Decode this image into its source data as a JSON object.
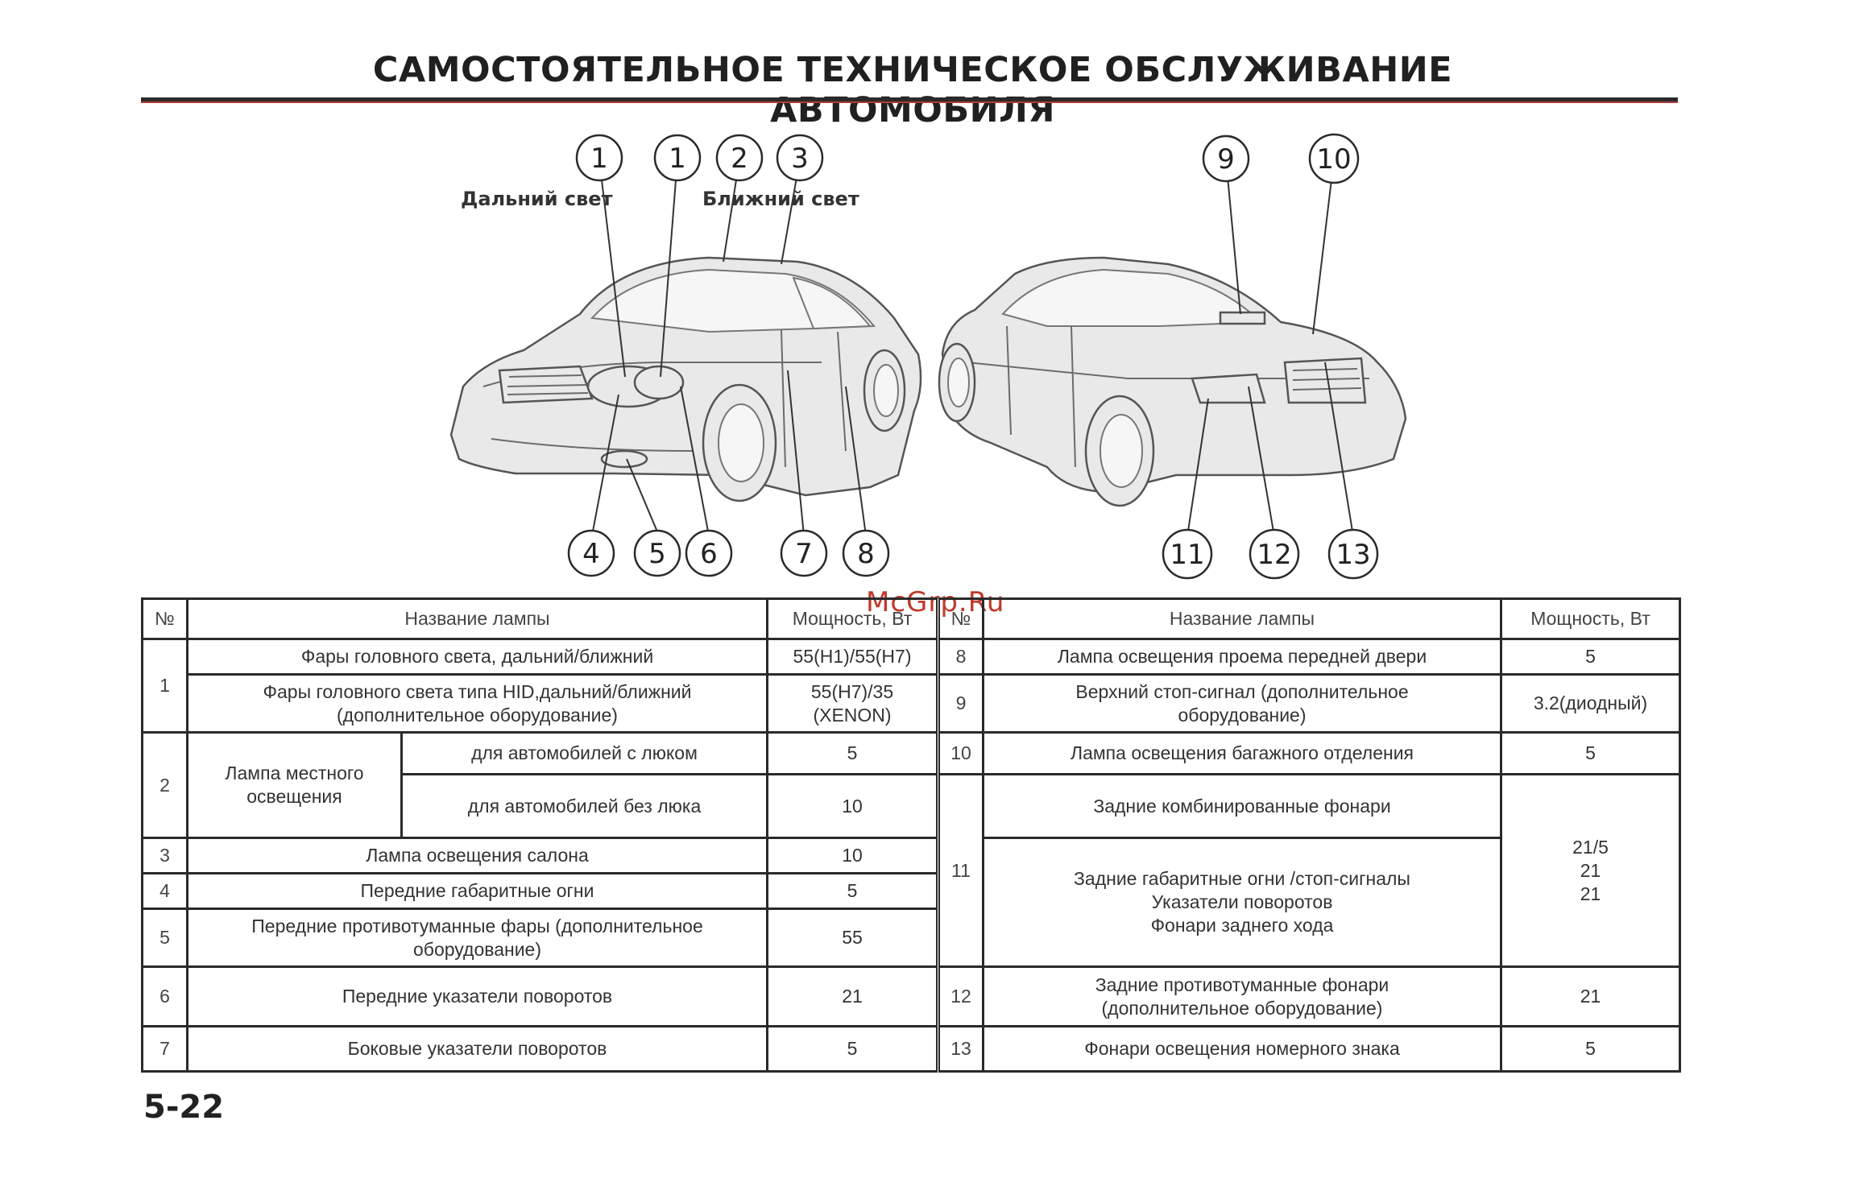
{
  "page": {
    "title": "САМОСТОЯТЕЛЬНОЕ ТЕХНИЧЕСКОЕ ОБСЛУЖИВАНИЕ АВТОМОБИЛЯ",
    "page_number": "5-22",
    "watermark": "McGrp.Ru"
  },
  "diagram": {
    "label_high_beam": "Дальний свет",
    "label_low_beam": "Ближний свет",
    "callouts": [
      "1",
      "1",
      "2",
      "3",
      "4",
      "5",
      "6",
      "7",
      "8",
      "9",
      "10",
      "11",
      "12",
      "13"
    ]
  },
  "table": {
    "headers": {
      "no": "№",
      "name": "Название лампы",
      "power": "Мощность, Вт"
    },
    "left": {
      "r1_no": "1",
      "r1a_name": "Фары головного света, дальний/ближний",
      "r1a_power": "55(H1)/55(H7)",
      "r1b_name_1": "Фары головного света типа HID,дальний/ближний",
      "r1b_name_2": "(дополнительное оборудование)",
      "r1b_power_1": "55(H7)/35",
      "r1b_power_2": "(XENON)",
      "r2_no": "2",
      "r2_group_1": "Лампа местного",
      "r2_group_2": "освещения",
      "r2a_name": "для автомобилей с люком",
      "r2a_power": "5",
      "r2b_name": "для автомобилей без люка",
      "r2b_power": "10",
      "r3_no": "3",
      "r3_name": "Лампа освещения салона",
      "r3_power": "10",
      "r4_no": "4",
      "r4_name": "Передние габаритные огни",
      "r4_power": "5",
      "r5_no": "5",
      "r5_name_1": "Передние противотуманные фары (дополнительное",
      "r5_name_2": "оборудование)",
      "r5_power": "55",
      "r6_no": "6",
      "r6_name": "Передние указатели поворотов",
      "r6_power": "21",
      "r7_no": "7",
      "r7_name": "Боковые указатели поворотов",
      "r7_power": "5"
    },
    "right": {
      "r8_no": "8",
      "r8_name": "Лампа освещения проема передней двери",
      "r8_power": "5",
      "r9_no": "9",
      "r9_name_1": "Верхний стоп-сигнал (дополнительное",
      "r9_name_2": "оборудование)",
      "r9_power": "3.2(диодный)",
      "r10_no": "10",
      "r10_name": "Лампа освещения багажного отделения",
      "r10_power": "5",
      "r11_no": "11",
      "r11a_name": "Задние комбинированные фонари",
      "r11b_name_1": "Задние габаритные огни /стоп-сигналы",
      "r11b_name_2": "Указатели поворотов",
      "r11b_name_3": "Фонари заднего хода",
      "r11_power_1": "21/5",
      "r11_power_2": "21",
      "r11_power_3": "21",
      "r12_no": "12",
      "r12_name_1": "Задние противотуманные фонари",
      "r12_name_2": "(дополнительное оборудование)",
      "r12_power": "21",
      "r13_no": "13",
      "r13_name": "Фонари освещения номерного знака",
      "r13_power": "5"
    }
  }
}
